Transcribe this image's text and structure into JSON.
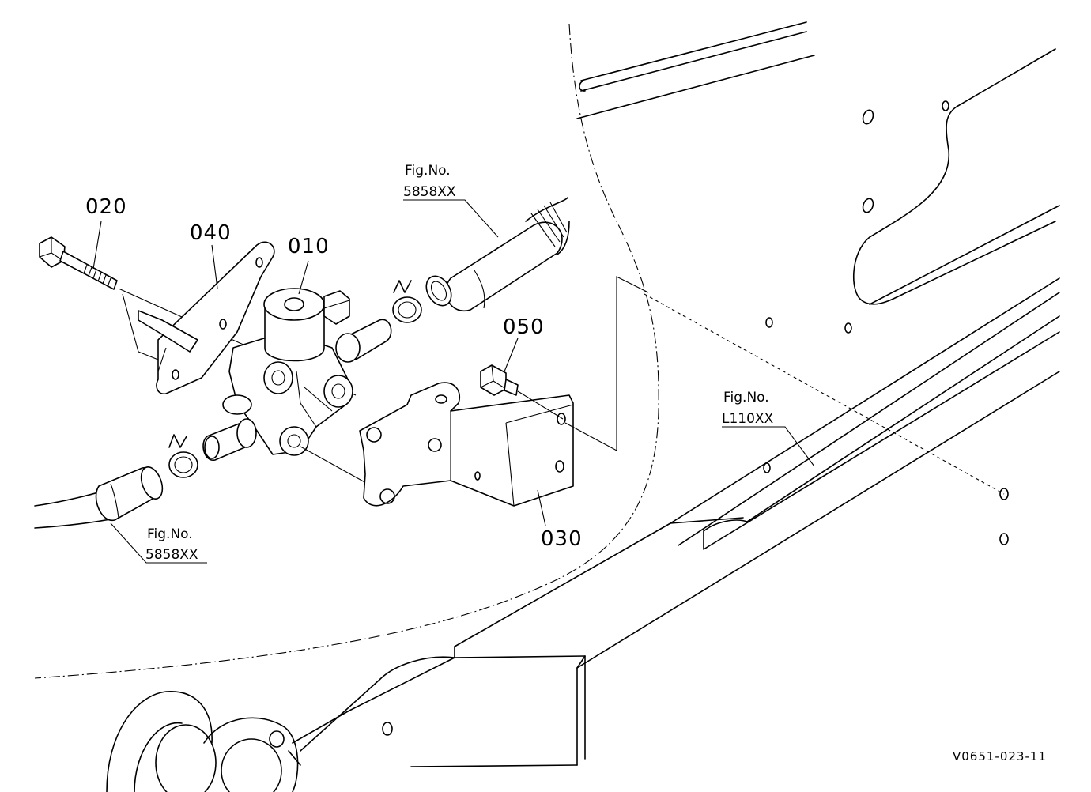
{
  "diagram": {
    "parts": [
      {
        "id": "010",
        "name": "part-label-010"
      },
      {
        "id": "020",
        "name": "part-label-020"
      },
      {
        "id": "030",
        "name": "part-label-030"
      },
      {
        "id": "040",
        "name": "part-label-040"
      },
      {
        "id": "050",
        "name": "part-label-050"
      }
    ],
    "fig_refs": [
      {
        "prefix": "Fig.No.",
        "code": "5858XX"
      },
      {
        "prefix": "Fig.No.",
        "code": "5858XX"
      },
      {
        "prefix": "Fig.No.",
        "code": "L110XX"
      }
    ],
    "drawing_code": "V0651-023-11",
    "line_color": "#000000",
    "background": "#ffffff"
  }
}
